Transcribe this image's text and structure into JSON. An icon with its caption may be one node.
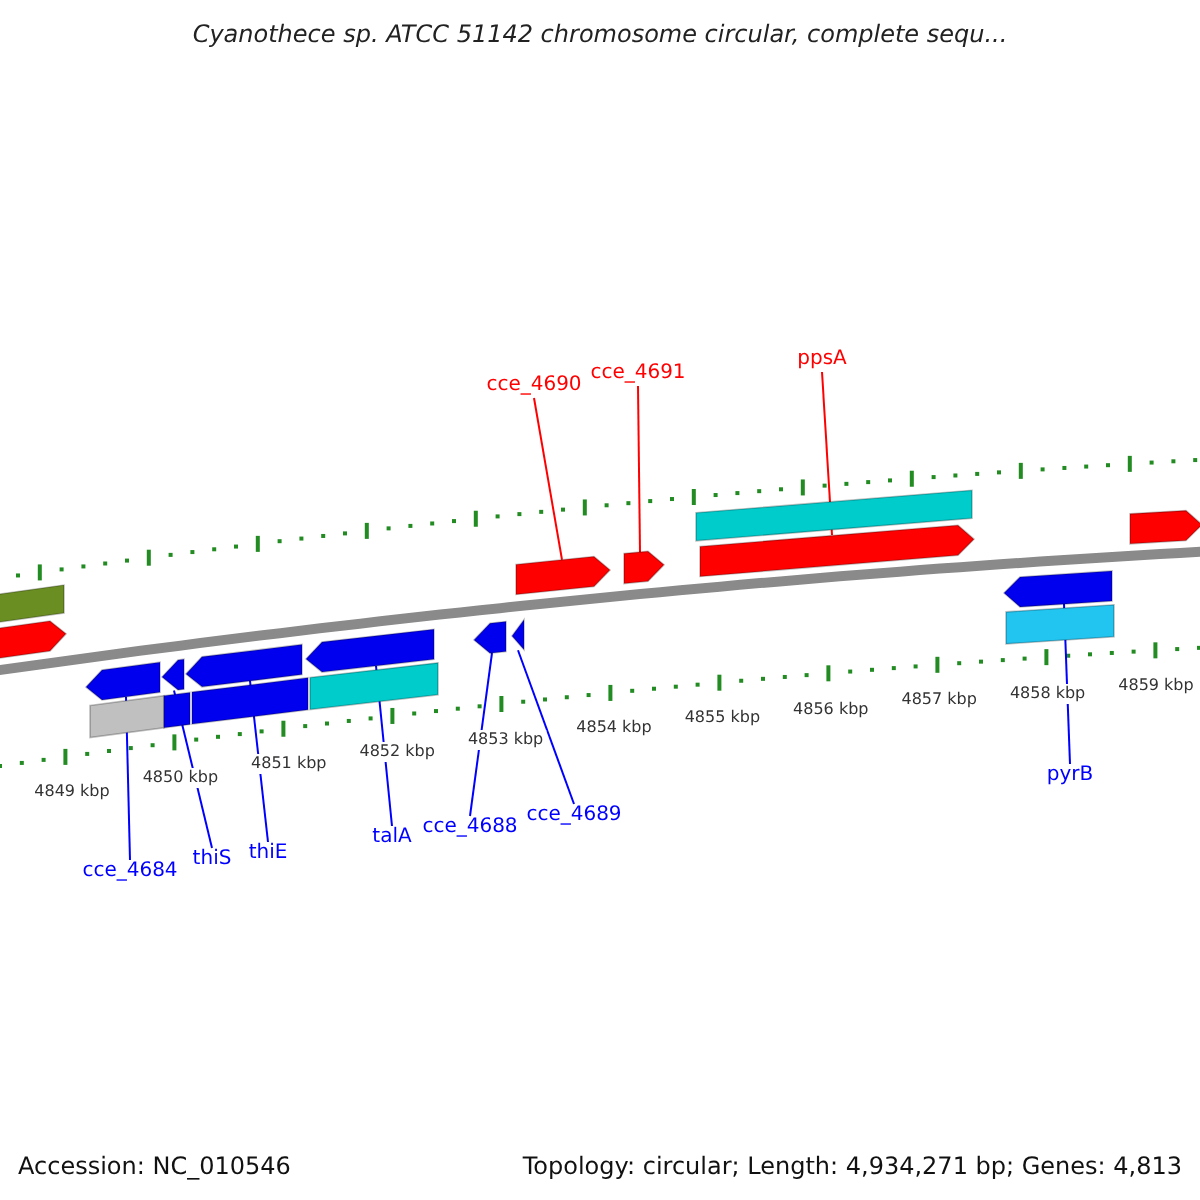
{
  "diagram": {
    "title": "Cyanothece sp. ATCC 51142 chromosome circular, complete sequ...",
    "nodes": [
      {
        "text": [
          "cce_4690"
        ]
      },
      {
        "text": [
          "cce_4691"
        ]
      },
      {
        "text": [
          "ppsA"
        ]
      },
      {
        "text": [
          "cce_4684"
        ]
      },
      {
        "text": [
          "thiS"
        ]
      },
      {
        "text": [
          "thiE"
        ]
      },
      {
        "text": [
          "talA"
        ]
      },
      {
        "text": [
          "cce_4688"
        ]
      },
      {
        "text": [
          "cce_4689"
        ]
      },
      {
        "text": [
          "pyrB"
        ]
      },
      {
        "text": [],
        "shape": "bar"
      },
      {
        "text": [],
        "shape": "arrow"
      },
      {
        "text": [],
        "shape": "arrow"
      },
      {
        "text": [],
        "shape": "arrow"
      },
      {
        "text": [],
        "shape": "bar"
      },
      {
        "text": [],
        "shape": "arrow"
      },
      {
        "text": [],
        "shape": "arrow"
      },
      {
        "text": [],
        "shape": "arrow"
      },
      {
        "text": [],
        "shape": "arrow"
      },
      {
        "text": [],
        "shape": "arrow"
      },
      {
        "text": [],
        "shape": "arrow"
      },
      {
        "text": [],
        "shape": "arrow"
      },
      {
        "text": [],
        "shape": "arrow"
      },
      {
        "text": [],
        "shape": "arrow"
      },
      {
        "text": [],
        "shape": "bar"
      },
      {
        "text": [],
        "shape": "bar"
      },
      {
        "text": [],
        "shape": "bar"
      },
      {
        "text": [],
        "shape": "bar"
      },
      {
        "text": [],
        "shape": "bar"
      }
    ],
    "edges": [
      {
        "from": 0,
        "to": 12,
        "arrow": "none",
        "color": "#ff0000"
      },
      {
        "from": 1,
        "to": 13,
        "arrow": "none",
        "color": "#ff0000"
      },
      {
        "from": 2,
        "to": 15,
        "arrow": "none",
        "color": "#ff0000"
      },
      {
        "from": 3,
        "to": 17,
        "arrow": "none"
      },
      {
        "from": 4,
        "to": 18,
        "arrow": "none"
      },
      {
        "from": 5,
        "to": 19,
        "arrow": "none"
      },
      {
        "from": 6,
        "to": 20,
        "arrow": "none"
      },
      {
        "from": 7,
        "to": 21,
        "arrow": "none"
      },
      {
        "from": 8,
        "to": 22,
        "arrow": "none"
      },
      {
        "from": 9,
        "to": 23,
        "arrow": "none"
      }
    ],
    "labels": [
      "4849 kbp",
      "4850 kbp",
      "4851 kbp",
      "4852 kbp",
      "4853 kbp",
      "4854 kbp",
      "4855 kbp",
      "4856 kbp",
      "4857 kbp",
      "4858 kbp",
      "4859 kbp",
      "Accession: NC_010546",
      "Topology: circular; Length: 4,934,271 bp; Genes: 4,813"
    ]
  }
}
